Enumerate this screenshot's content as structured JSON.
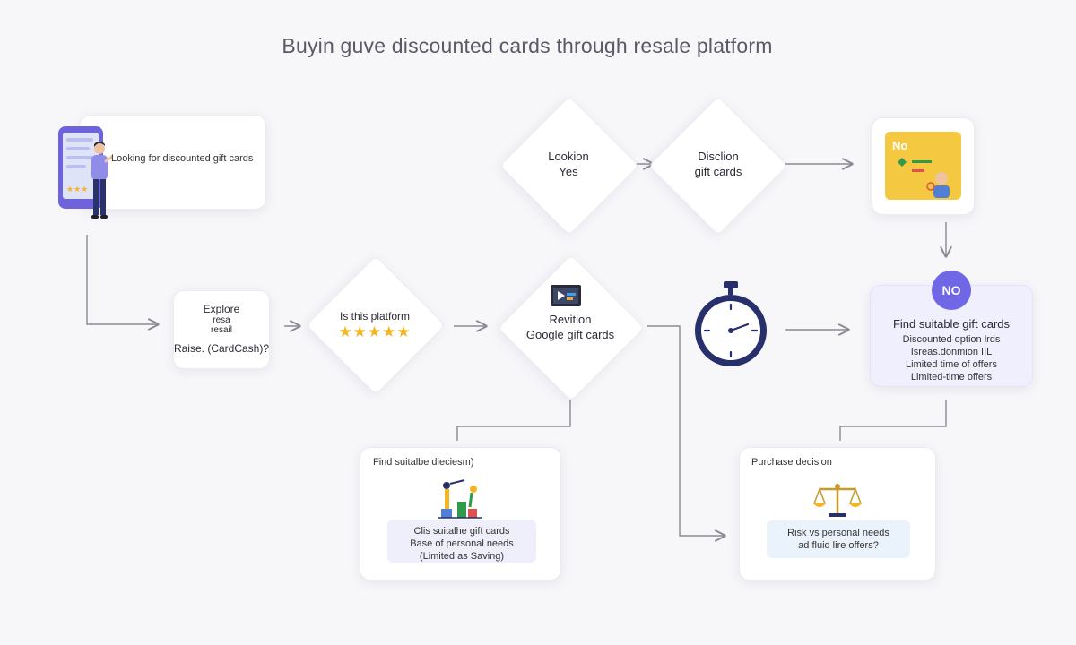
{
  "title": "Buyin guve discounted cards through resale platform",
  "nodes": {
    "looking": {
      "label": "Looking for discounted gift cards"
    },
    "lookion": {
      "line1": "Lookion",
      "line2": "Yes"
    },
    "disclion": {
      "line1": "Disclion",
      "line2": "gift cards"
    },
    "no_top": {
      "badge": "No"
    },
    "explore": {
      "line1": "Explore",
      "line2": "resa",
      "line3": "resail",
      "line4": "Raise. (CardCash)?"
    },
    "platform": {
      "label": "Is this platform",
      "rating": "★★★★★"
    },
    "revition": {
      "line1": "Revition",
      "line2": "Google gift cards"
    },
    "no_right": {
      "badge": "NO",
      "heading": "Find suitable gift cards",
      "line1": "Discounted option lrds",
      "line2": "Isreas.donmion IIL",
      "line3": "Limited time of offers",
      "line4": "Limited-time offers"
    },
    "find_dec": {
      "heading": "Find suitalbe dieciesm)",
      "line1": "Clis suitalhe gift cards",
      "line2": "Base of personal needs",
      "line3": "(Limited as Saving)"
    },
    "purchase": {
      "heading": "Purchase decision",
      "line1": "Risk vs personal needs",
      "line2": "ad fluid lire offers?"
    }
  },
  "colors": {
    "accent_purple": "#6f63dd",
    "badge_purple": "#7067e6",
    "star": "#f5b520",
    "yellow_card": "#f5c842",
    "navy": "#27306b",
    "line": "#8a8a94"
  },
  "icons": [
    "phone-icon",
    "person-icon",
    "video-icon",
    "stopwatch-icon",
    "scales-icon",
    "blocks-icon"
  ]
}
